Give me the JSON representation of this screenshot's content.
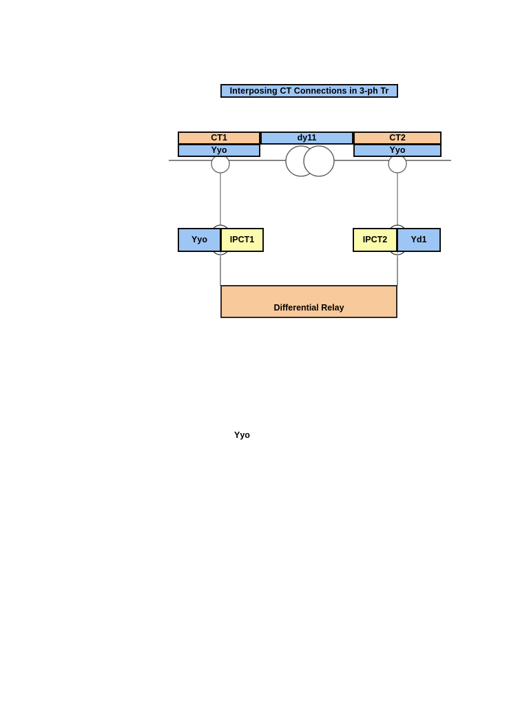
{
  "diagram": {
    "title": "Interposing CT Connections in 3-ph Tr",
    "top_row": {
      "ct1_label": "CT1",
      "ct1_vector_group": "Yyo",
      "transformer_vector_group": "dy11",
      "ct2_label": "CT2",
      "ct2_vector_group": "Yyo"
    },
    "ipct_row": {
      "ipct1_input_vector_group": "Yyo",
      "ipct1_label": "IPCT1",
      "ipct2_label": "IPCT2",
      "ipct2_output_vector_group": "Yd1"
    },
    "relay": {
      "label": "Differential Relay"
    },
    "loose_label": "Yyo",
    "colors": {
      "ct_block": "#f8c99a",
      "vector_group_block": "#9dc6f5",
      "ipct_block": "#fbfbad",
      "relay_block": "#f8c99a",
      "title_block": "#9dc6f5",
      "outline": "#0d0d0d",
      "wire": "#7a7a7a",
      "bus": "#3a3a3a"
    }
  }
}
